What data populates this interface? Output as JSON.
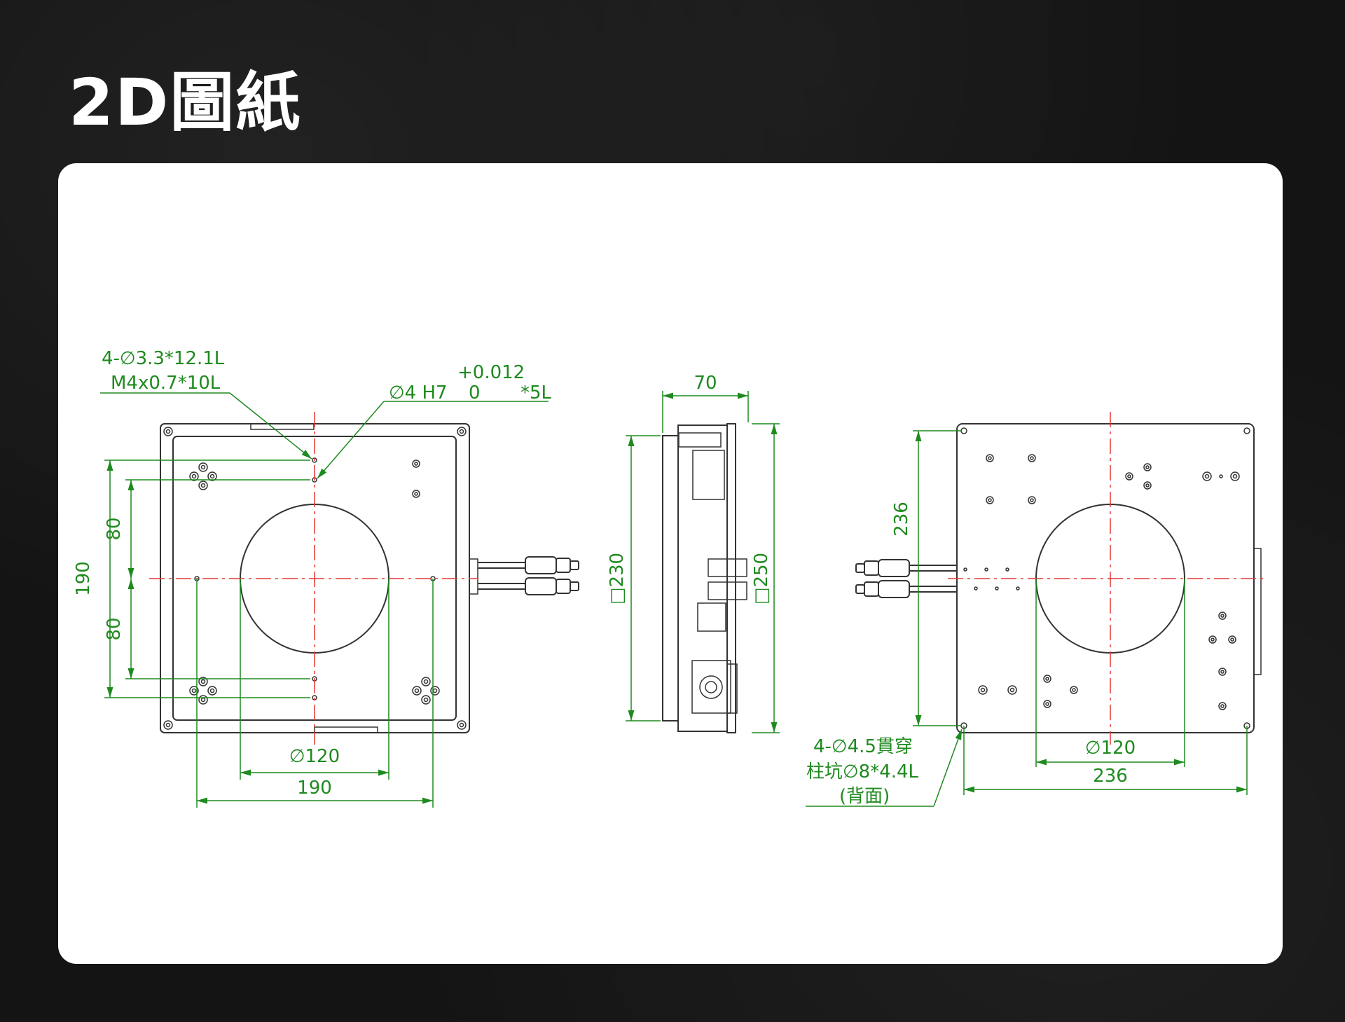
{
  "header": {
    "title": "2D圖紙"
  },
  "colors": {
    "dimension": "#1f8a1f",
    "centerline": "#e53935",
    "outline": "#333333",
    "background": "#141414",
    "card": "#ffffff"
  },
  "front_view": {
    "hole_note_line1": "4-∅3.3*12.1L",
    "hole_note_line2": "M4x0.7*10L",
    "pin_tol_upper": "+0.012",
    "pin_note": "∅4 H7",
    "pin_tol_lower": "0",
    "pin_depth": "*5L",
    "dim_height_total": "190",
    "dim_upper_half": "80",
    "dim_lower_half": "80",
    "dim_bore": "∅120",
    "dim_width": "190"
  },
  "side_view": {
    "dim_thickness": "70",
    "dim_square_inner": "□230",
    "dim_square_outer": "□250"
  },
  "back_view": {
    "dim_height": "236",
    "dim_bore": "∅120",
    "dim_width": "236",
    "hole_note_line1": "4-∅4.5貫穿",
    "hole_note_line2": "柱坑∅8*4.4L",
    "hole_note_line3": "(背面)"
  }
}
